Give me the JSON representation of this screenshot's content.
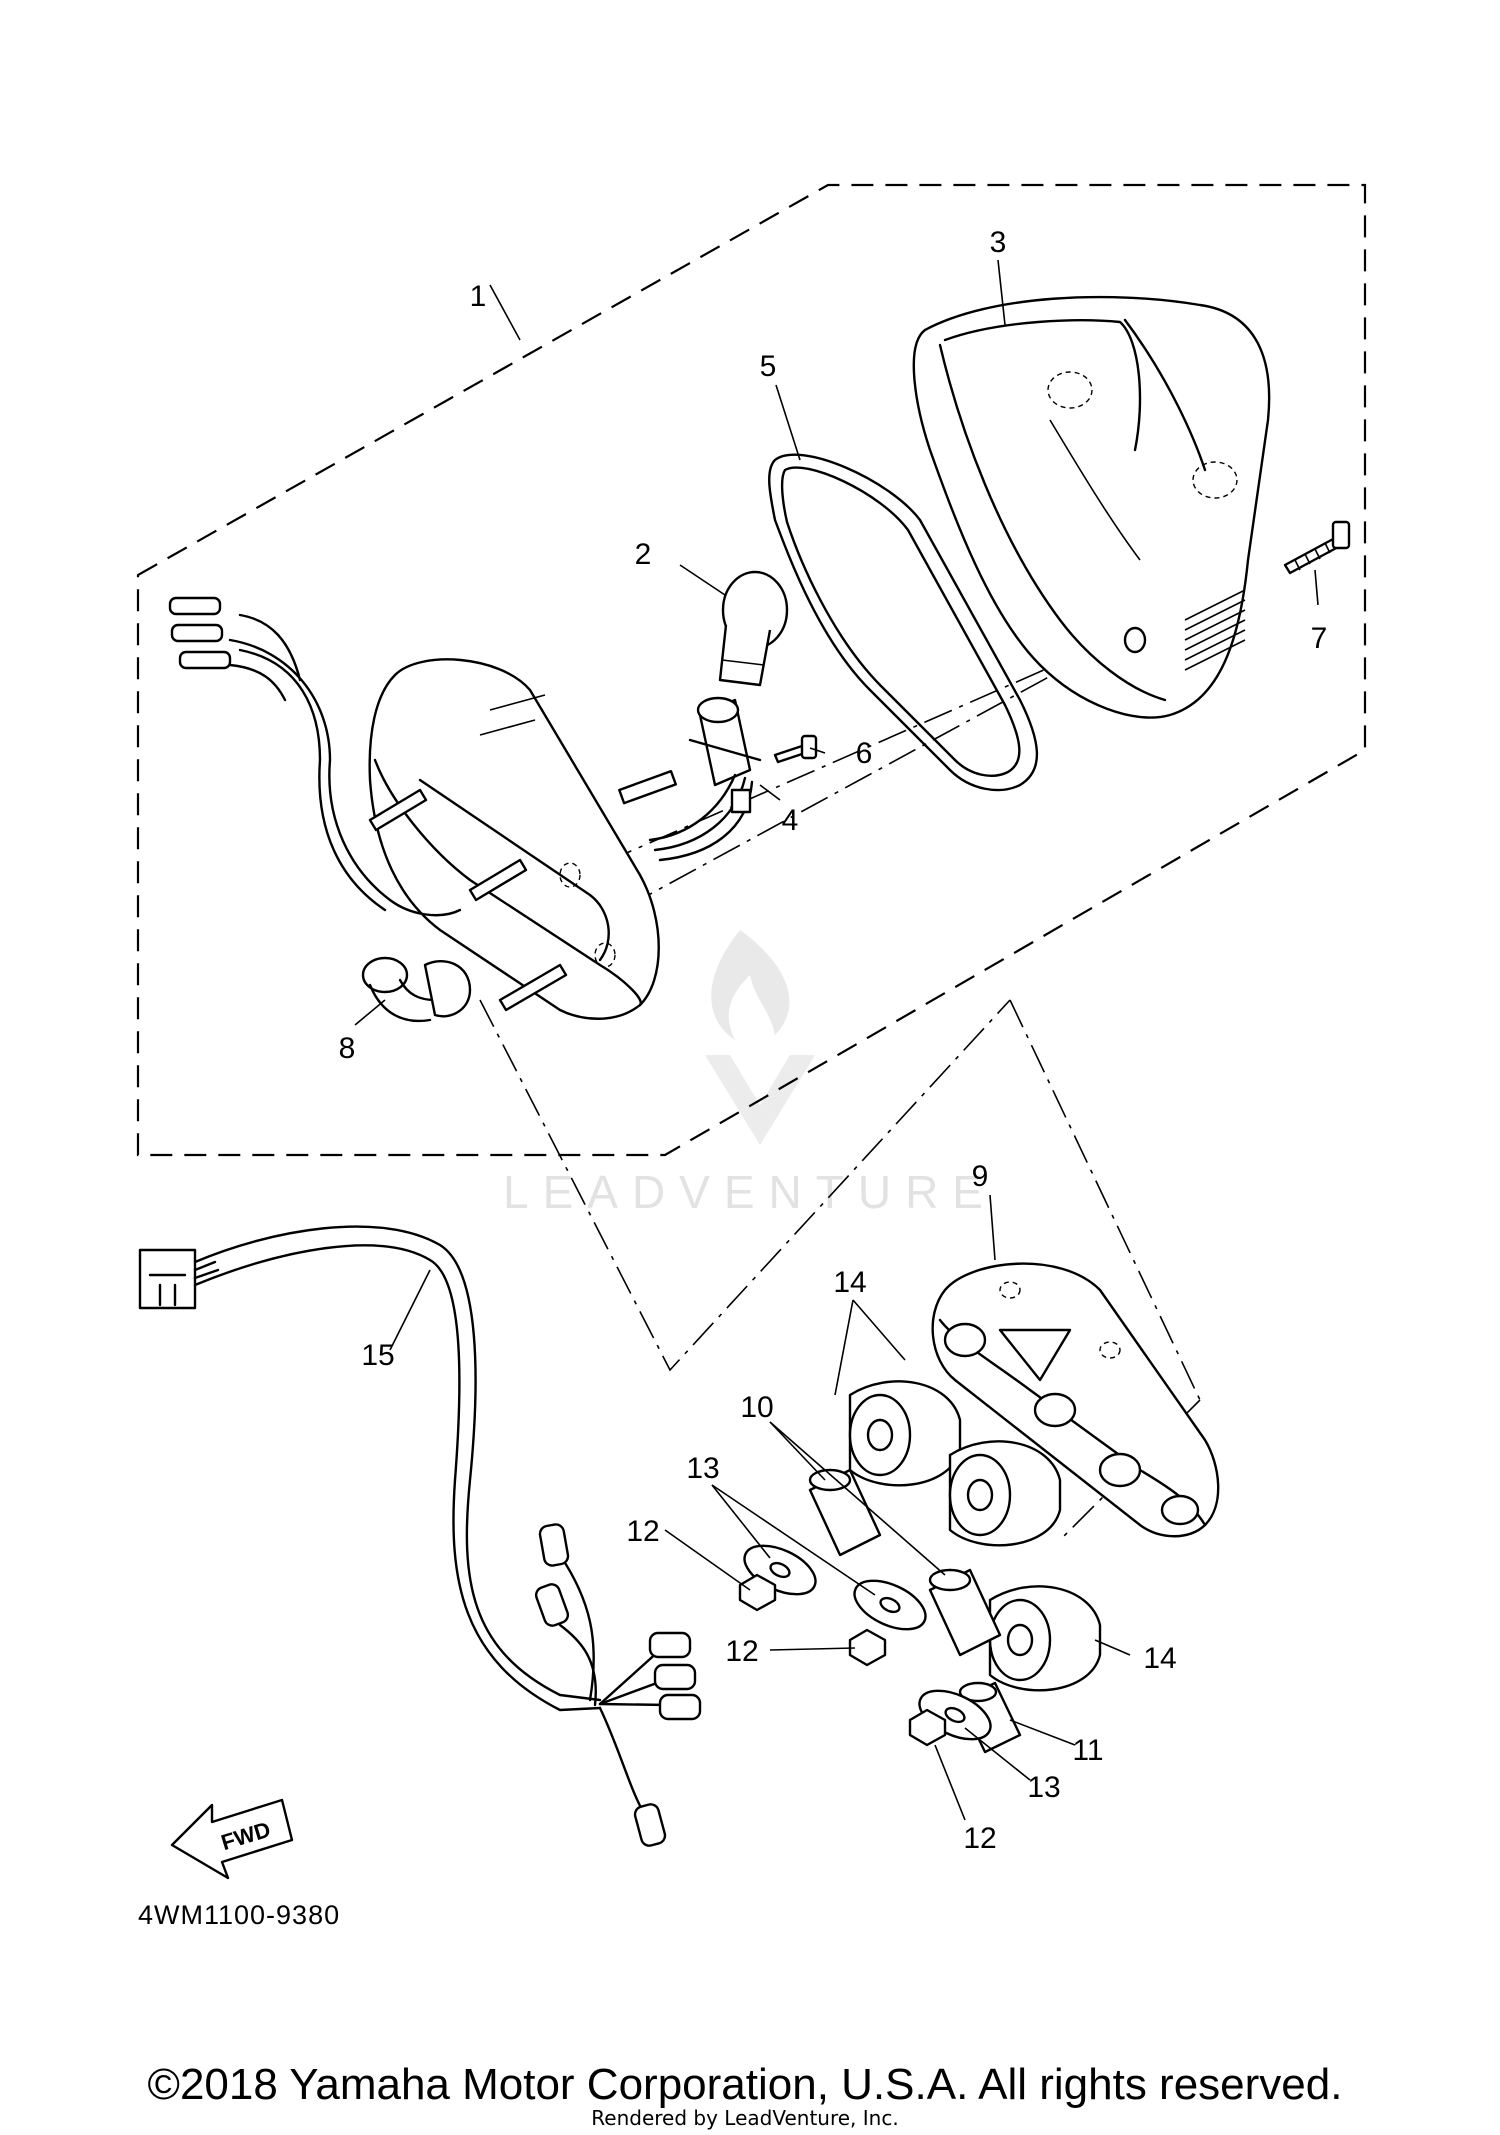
{
  "callouts": {
    "c1": "1",
    "c2": "2",
    "c3": "3",
    "c4": "4",
    "c5": "5",
    "c6": "6",
    "c7": "7",
    "c8": "8",
    "c9": "9",
    "c10": "10",
    "c11": "11",
    "c12a": "12",
    "c12b": "12",
    "c12c": "12",
    "c13a": "13",
    "c13b": "13",
    "c14a": "14",
    "c14b": "14",
    "c15": "15"
  },
  "fwd_label": "FWD",
  "part_number": "4WM1100-9380",
  "watermark": "LEADVENTURE",
  "copyright": "©2018 Yamaha Motor Corporation, U.S.A. All rights reserved.",
  "rendered_by": "Rendered by LeadVenture, Inc."
}
